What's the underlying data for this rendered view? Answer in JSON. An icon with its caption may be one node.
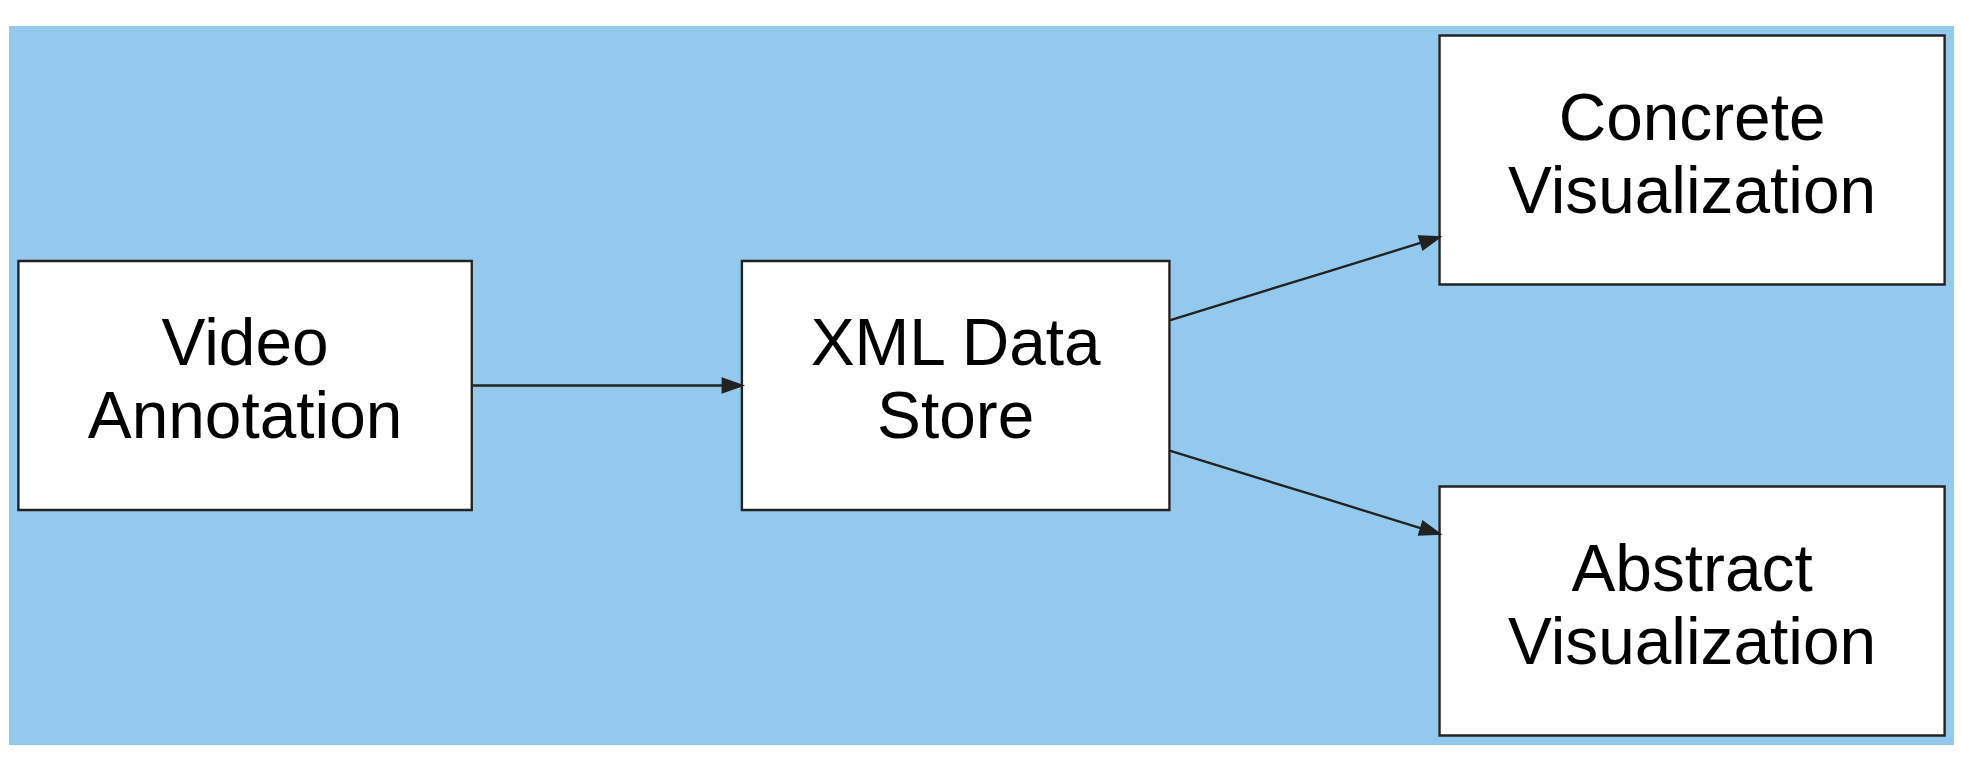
{
  "diagram": {
    "nodes": [
      {
        "text": [
          "Video Annotation"
        ]
      },
      {
        "text": [
          "XML Data Store"
        ]
      },
      {
        "text": [
          "Concrete Visualization"
        ]
      },
      {
        "text": [
          "Abstract Visualization"
        ]
      }
    ],
    "edges": [
      {
        "from": 0,
        "to": 1,
        "arrow": "to"
      },
      {
        "from": 1,
        "to": 2,
        "arrow": "to"
      },
      {
        "from": 1,
        "to": 3,
        "arrow": "to"
      }
    ]
  }
}
